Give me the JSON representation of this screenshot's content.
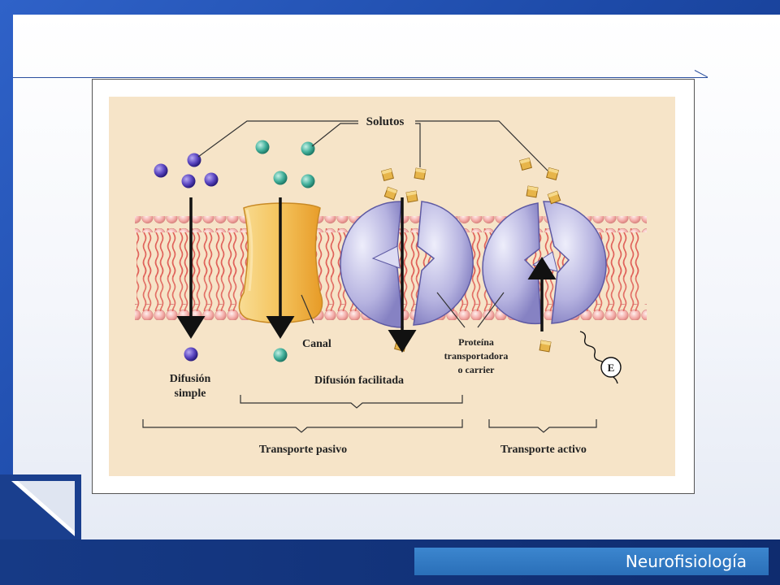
{
  "footer": {
    "label": "Neurofisiología"
  },
  "figure": {
    "solutes_label": "Solutos",
    "channel_label": "Canal",
    "carrier_label_line1": "Proteína",
    "carrier_label_line2": "transportadora",
    "carrier_label_line3": "o carrier",
    "simple_diffusion_line1": "Difusión",
    "simple_diffusion_line2": "simple",
    "facilitated_diffusion": "Difusión facilitada",
    "passive_transport": "Transporte pasivo",
    "active_transport": "Transporte activo",
    "energy_symbol": "E"
  },
  "colors": {
    "figure_background": "#f6e4c8",
    "lipid_head": "#f2a7a3",
    "lipid_tail": "#e86b63",
    "channel": "#f3c25a",
    "carrier": "#b4b2e0",
    "solute_purple": "#4a3aa8",
    "solute_teal": "#3fae98",
    "solute_gold": "#d7a63a",
    "footer_bar": "#163a86",
    "footer_label": "#3c86cf"
  }
}
